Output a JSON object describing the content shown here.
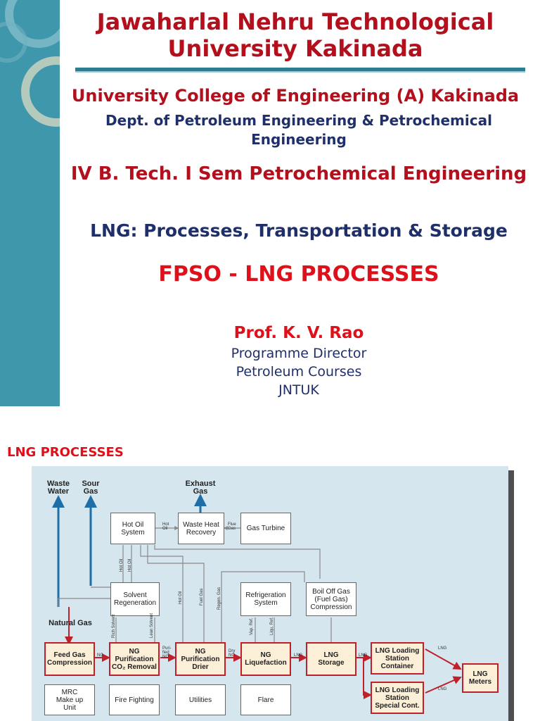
{
  "slide": {
    "university": "Jawaharlal Nehru Technological University Kakinada",
    "college": "University College of Engineering (A) Kakinada",
    "department": "Dept.  of Petroleum Engineering & Petrochemical Engineering",
    "course": "IV B. Tech. I Sem Petrochemical Engineering",
    "subject": "LNG: Processes, Transportation & Storage",
    "topic": "FPSO - LNG PROCESSES",
    "professor": "Prof. K. V. Rao",
    "role": "Programme Director",
    "program": "Petroleum Courses",
    "institute": "JNTUK"
  },
  "section_heading": "LNG PROCESSES",
  "diagram": {
    "top_outputs": {
      "waste_water": "Waste\nWater",
      "sour_gas": "Sour\nGas",
      "exhaust_gas": "Exhaust\nGas"
    },
    "input_label": "Natural Gas",
    "boxes": {
      "hot_oil_system": "Hot Oil\nSystem",
      "waste_heat_recovery": "Waste Heat\nRecovery",
      "gas_turbine": "Gas Turbine",
      "solvent_regeneration": "Solvent\nRegeneration",
      "refrigeration_system": "Refrigeration\nSystem",
      "boil_off_gas": "Boil Off Gas\n(Fuel Gas)\nCompression",
      "feed_gas_compression": "Feed Gas\nCompression",
      "ng_purification_co2": "NG\nPurification\nCO₂ Removal",
      "ng_purification_drier": "NG\nPurification\nDrier",
      "ng_liquefaction": "NG\nLiquefaction",
      "lng_storage": "LNG\nStorage",
      "lng_loading_container": "LNG Loading\nStation\nContainer",
      "lng_loading_special": "LNG Loading\nStation\nSpecial Cont.",
      "lng_meters": "LNG\nMeters",
      "mrc_makeup": "MRC\nMake up\nUnit",
      "fire_fighting": "Fire Fighting",
      "utilities": "Utilities",
      "flare": "Flare"
    },
    "flow_labels": {
      "hot_oil_1": "Hot\nOil",
      "flue_gas": "Flue\nGas",
      "ng_1": "NG",
      "puri_bed_ng": "Puri-\nfied\nNG",
      "dry_ng": "Dry\nNG",
      "lng_1": "LNG",
      "lng_2": "LNG",
      "lng_3": "LNG",
      "lng_4": "LNG",
      "vert_hot_oil_a": "Hot Oil",
      "vert_hot_oil_b": "Hot Oil",
      "vert_hot_oil_c": "Hot Oil",
      "vert_fuel_gas": "Fuel Gas",
      "vert_regen_gas": "Regen. Gas",
      "vert_rich_solvent": "Rich\nSolvent",
      "vert_lean_solvent": "Lean\nSolvent",
      "vert_vap_ref": "Vap.\nRef.",
      "vert_liq_ref": "Liqu.\nRef."
    }
  },
  "colors": {
    "title_red": "#b30f1c",
    "navy": "#1f2f6a",
    "bright_red": "#e0101a",
    "teal_band": "#3f97ab",
    "diagram_bg": "#d6e6ee",
    "arrow_blue": "#1e6fa8",
    "arrow_red": "#c0202a"
  }
}
